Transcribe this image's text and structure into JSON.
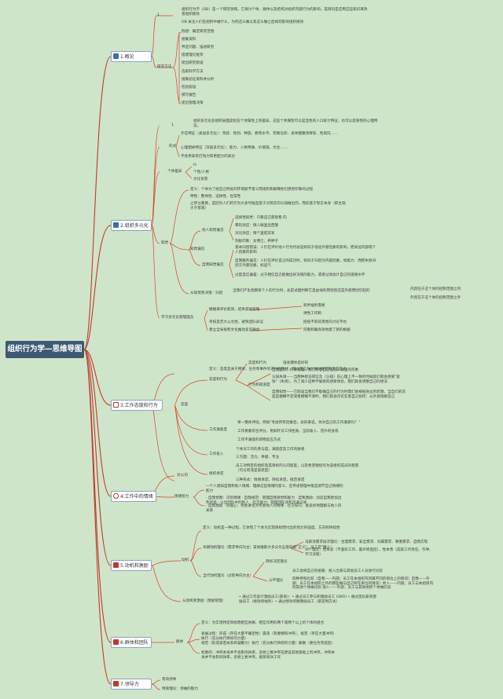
{
  "root": {
    "label": "组织行为学—思维导图"
  },
  "branches": [
    {
      "label": "1.概论",
      "icon": "chart-icon",
      "color": "#3a6fb0"
    },
    {
      "label": "2.组织多元化",
      "icon": "chart-icon",
      "color": "#3a6fb0"
    },
    {
      "label": "3.工作态度和行为",
      "icon": "scale-icon",
      "color": "#c0392b"
    },
    {
      "label": "4.工作中的情绪",
      "icon": "heart-icon",
      "color": "#c0392b"
    },
    {
      "label": "5.动机和激励",
      "icon": "flag-icon",
      "color": "#c0392b"
    },
    {
      "label": "6.群体和团队",
      "icon": "flag-icon",
      "color": "#c0392b"
    },
    {
      "label": "7.领导力",
      "icon": "flag-icon",
      "color": "#c0392b"
    }
  ],
  "nodes": {
    "c1_obj": "1.",
    "c1_def": "组织行为学（OB）是一个研究领域，它探讨个体、群体以及结构对组织内部行为的影响，其目的是应用这些知识来改善组织绩效",
    "c1_focus": "OB 关注人们在组织中做什么，为何这么做以及这么做之后如何影响组织绩效",
    "c1_method": "研究方法",
    "c1_m": [
      "假想：确定研究范围",
      "搜集资料",
      "界定问题、描述研究",
      "搭建理论框架",
      "提出研究假设",
      "选取科学方法",
      "搜集验证资料并分析",
      "检验假设",
      "撰写报告",
      "提出管理决策"
    ],
    "c2_one": "1.",
    "c2_def": "组织多元化在组织层面是指在个体属性上的差异，这些个体属性可以是显性的人口统计特征，也可以是隐性的心理特征。",
    "c2_form": "形式",
    "c2_form1": "外在特征（表层多元化）：年龄、性别、种族、教育水平、宗教信仰、身体健康残障等、性取向……",
    "c2_form2": "心理相关特征（深层多元化）：能力、人格特质、价值观、文化……",
    "c2_form3": "学会更高有打动力和更配力的表达",
    "c2_indiv": "个体差异",
    "c2_indiv_items": [
      "fs",
      "个性/人格",
      "文化背景"
    ],
    "c2_perc": "知觉",
    "c2_perc_def": "定义：个体为了给自己所处的环境赋予意义而组织和解释他们感觉印象的过程",
    "c2_perc_feat": "特性：整体性、选择性、恒常性",
    "c2_perc_why": "之所以重要，是因为人们的行为大多时候是基于对现实的认知做出的，而非基于现实本身（即主观大于客观）",
    "c2_bias": "知觉偏见",
    "c2_other_bias": "他人知觉偏见",
    "c2_ob": [
      "选择性知觉：只看自己愿意看 的",
      "晕轮效应：情人眼里出西施",
      "对比效应：情个里提双军",
      "刻板印象：女博士，养胖子"
    ],
    "c2_self_bias": "自我知觉偏见",
    "c2_sb": [
      "基本归因错误：人们在评价他人行为时总是倾向于低估外部因素的影响，而高估内部或个人因素的影响",
      "自我服务偏见：人们在评价自己的成功时，倾向于归因为内部因素，如能力、而把失败归因于外部因素，如运气",
      "过度自信偏差：过于相信自己能做出好决策的能力，或者过高估计自己的道德水平"
    ],
    "c2_decide": "从知觉到决策：归因",
    "c2_attr": "当我们产生观察某个人的行为时，总是试图判断它是由他的原则因还是外部原因引起的",
    "c2_attr_int": "内因在于这个体的控制范围之内",
    "c2_attr_ext": "外因在于这个体的控制范围之外",
    "c2_learn": "学习多元化管理理念",
    "c2_l": [
      "精确来评价薪资，提供其他策略",
      "考核是否大公允性，避免团队异议",
      "建立全局视和文化推动多元融合"
    ],
    "c2_l_sub": [
      "跨界福利需要",
      "弹性工作制",
      "招揽不同背景性的讨论平台",
      "同重和确高效地建了新的根据"
    ],
    "c3_attitude": "态度",
    "c3_def": "定义：态度是关于物体、任务和事件的评价性陈述，可以是正为个体对某物的反应方式",
    "c3_compose": "态度和行为",
    "c3_cog": "态度和行为",
    "c3_consis": "强身健体是好的",
    "c3_consis2": "行为和观道度",
    "c3_cc": [
      "自我提示：印象管理—我们有意自己在别人眼里的形象",
      "认知失调——当两种想法或信念（认知）在心理上不一致的时候就们就会感受\"紧张\"（失调），为了减少这种不愉快的感受体验，我们就会调整自己的想法",
      "自我知觉——它假设当我们不能确自己的行为时需们会根据身边的刺激，当自们的态度是模糊不定或者模糊不清时，我们就会仅仅在意自己如何：从外部观察自己"
    ],
    "c3_satisfy": "工作满意度",
    "c3_s": [
      "单一整体评估，例如\"考虑所有因素后，总的来说，你对自己的工作满意吗？\"",
      "工作要素综合评分，例如针对工作性质、当前收入、晋升机会等",
      "工作不满意的饰物反应方式"
    ],
    "c3_invest": "工作投入",
    "c3_i": [
      "个体对工作的参与度，满意度及工作的质感",
      "三方面：活力、奉献、专注"
    ],
    "c3_commit": "组织承诺",
    "c3_c": [
      "员工对特定的组织及其目标的认同程度，以及希望继续作为该组织成员的意愿（可以有或是安抚度）",
      "三种形式：情感承诺，持续承诺，规范承诺"
    ],
    "c4_a": "对公司",
    "c4_ability": "情绪智力",
    "c4_def": "一个人感知自我和他人情绪、理解这些情绪的意义、在传递管理中能自调节自己情绪的能力",
    "c4_items": "· 自我觉察：识别情绪 · 自我规范：管理自我感觉和能力 · 自我激励：创造自我更加出色的处 · 认出团队中的别人 · 社交能力：管理团队间和沟通与体",
    "c4_comm": "· 自我激励 · 同理心：领会讲话对考虑他人的情绪 · 社交技巧：能良好地理解与他人的关系",
    "c5_motiv": "动机",
    "c5_def": "定义：动机是一种过程，它体现了个体为实现目标而付出的努力的强度、方向和持续性",
    "c5_early": "早期动机理论（需求导向为主）",
    "c5_maslow": "该如维斯大多分为五级的级\"正义\"，员工是\"懒人\"",
    "c5_two": "马斯洛需求层次理论：生理需求、安全需求、归属需求、尊重需求、自我实现",
    "c5_xy": "X/Y 理论：性本恶（不喜欢工作、最声称监控），性本善（成就工作责任、引导、学习决策）",
    "c5_modern": "当代动机理论（过程导向为主）",
    "c5_m": [
      "目标决定理论",
      "公平理论"
    ],
    "c5_eq": [
      "员工会将自己的投输：投入出来与其他员工人员进行比较",
      "四种参照比较（自我——内部；员工在本组织内同属不同的岗位上的情况）自我——外部；员工在本组织之外的那些做与自己所在单位的情况）他人——内部；员工与本组织内同其他个体做比较 他人——外部；员工与其他组织个体做比较"
    ],
    "c5_apply": "从动机到激励（激励管理）",
    "c5_ap": [
      "• 通过工作设计激励员工(薪资)：• 通过员工参与和激励员工 (OKR) • 通过团队薪资激励员工（绩效和福利）• 通过绩效奖酬激励员工（薪定制方式）"
    ],
    "c6_group": "群体",
    "c6_def": "定义：为实现特定目标而相互依赖、相互作用的两个或两个以上的个体的组合",
    "c6_dev": "发展过程：形成（存在大量不确定性）震荡（有摩擦和冲突），规范（存在大量冲突）执行（充分执行目标的力量）",
    "c6_dev2": "规范（形成紧密关系和凝聚力）执行（充分执行目标的力量）解散（要任务完成后）",
    "c6_role": "松散的：冲突本身并不会影响效率，思想上要冲突在建设其他基础上的冲突，冲突本身并不会影响效率，思想上要冲突，能够高效工作",
    "c7_a": "有效领导",
    "c7_b": "特质理论：领袖的魅力"
  }
}
